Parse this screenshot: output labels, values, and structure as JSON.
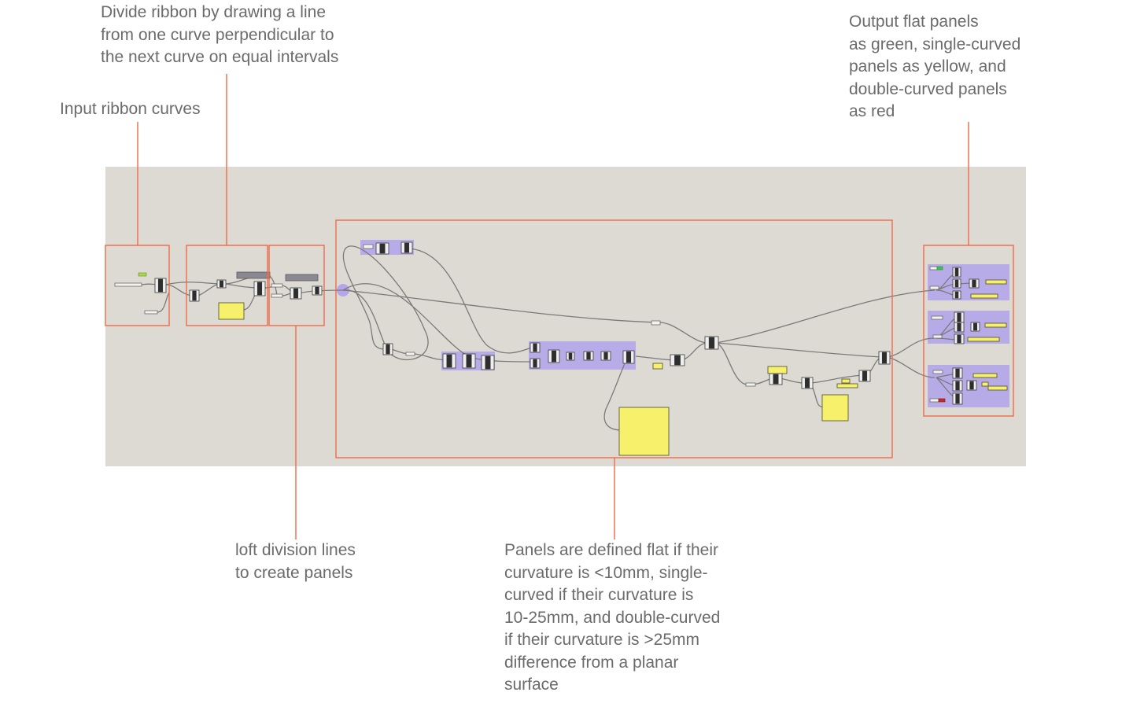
{
  "annotations": {
    "input_curves": "Input ribbon curves",
    "divide_ribbon": "Divide ribbon by drawing a line\nfrom one curve perpendicular to\nthe next curve on equal intervals",
    "loft_lines": "loft division lines\nto create panels",
    "panel_definition": "Panels are defined flat if their\ncurvature is <10mm, single-\ncurved if their curvature is\n10-25mm, and double-curved\nif their curvature is >25mm\ndifference from a planar\nsurface",
    "output_panels": "Output flat panels\nas green, single-curved\npanels as yellow, and\ndouble-curved panels\nas red"
  },
  "colors": {
    "page_background": "#ffffff",
    "canvas_background": "#dcdad2",
    "highlight_outline": "#ee6a4a",
    "leader_line": "#ee6a4a",
    "annotation_text": "#6b6b6b",
    "group_fill": "#b4a6ea",
    "panel_fill": "#f6f06a",
    "wire": "#7a7a7a",
    "flat_marker": "#35c84a",
    "double_curved_marker": "#c8282a",
    "input_marker": "#a9d84a"
  }
}
